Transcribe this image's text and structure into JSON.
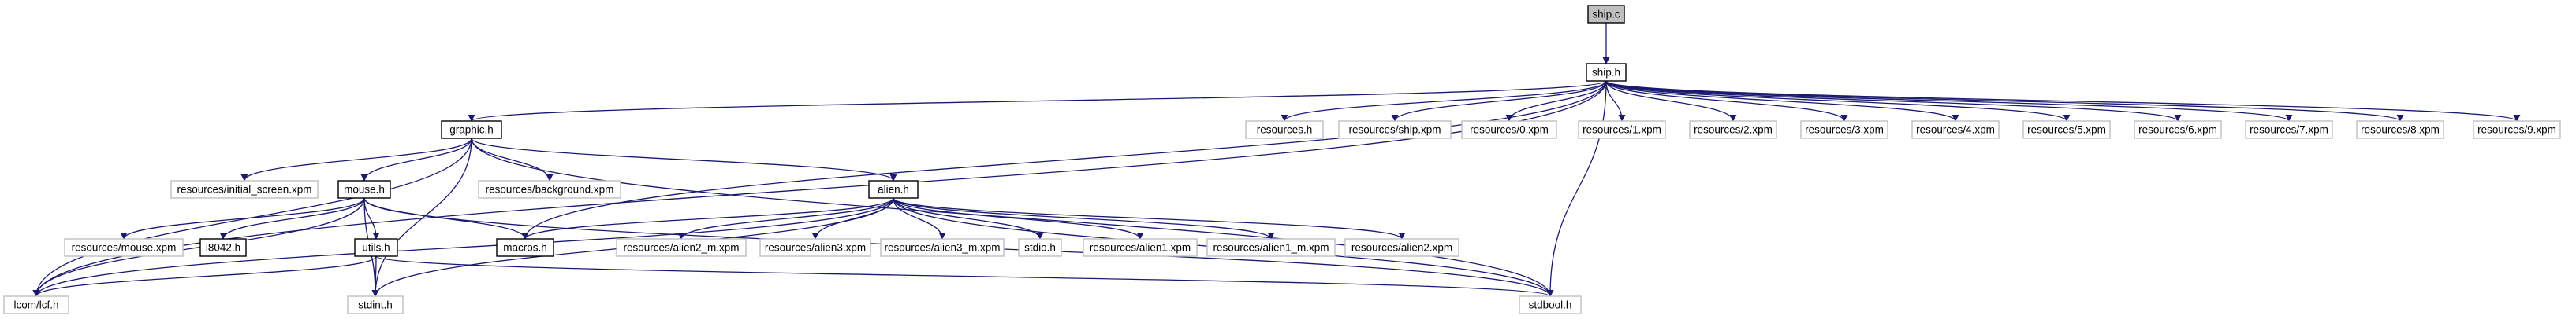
{
  "colors": {
    "background": "#ffffff",
    "edge": "#191970",
    "root_fill": "#bfbfbf",
    "root_border": "#000000",
    "local_fill": "#ffffff",
    "local_border": "#000000",
    "external_fill": "#ffffff",
    "external_border": "#bfbfbf"
  },
  "nodes": [
    {
      "id": "ship_c",
      "label": "ship.c",
      "kind": "root"
    },
    {
      "id": "ship_h",
      "label": "ship.h",
      "kind": "local"
    },
    {
      "id": "graphic_h",
      "label": "graphic.h",
      "kind": "local"
    },
    {
      "id": "res_h",
      "label": "resources.h",
      "kind": "external"
    },
    {
      "id": "res_ship",
      "label": "resources/ship.xpm",
      "kind": "external"
    },
    {
      "id": "res_0",
      "label": "resources/0.xpm",
      "kind": "external"
    },
    {
      "id": "res_1",
      "label": "resources/1.xpm",
      "kind": "external"
    },
    {
      "id": "res_2",
      "label": "resources/2.xpm",
      "kind": "external"
    },
    {
      "id": "res_3",
      "label": "resources/3.xpm",
      "kind": "external"
    },
    {
      "id": "res_4",
      "label": "resources/4.xpm",
      "kind": "external"
    },
    {
      "id": "res_5",
      "label": "resources/5.xpm",
      "kind": "external"
    },
    {
      "id": "res_6",
      "label": "resources/6.xpm",
      "kind": "external"
    },
    {
      "id": "res_7",
      "label": "resources/7.xpm",
      "kind": "external"
    },
    {
      "id": "res_8",
      "label": "resources/8.xpm",
      "kind": "external"
    },
    {
      "id": "res_9",
      "label": "resources/9.xpm",
      "kind": "external"
    },
    {
      "id": "res_initial",
      "label": "resources/initial_screen.xpm",
      "kind": "external"
    },
    {
      "id": "res_background",
      "label": "resources/background.xpm",
      "kind": "external"
    },
    {
      "id": "mouse_h",
      "label": "mouse.h",
      "kind": "local"
    },
    {
      "id": "alien_h",
      "label": "alien.h",
      "kind": "local"
    },
    {
      "id": "res_mouse",
      "label": "resources/mouse.xpm",
      "kind": "external"
    },
    {
      "id": "i8042_h",
      "label": "i8042.h",
      "kind": "local"
    },
    {
      "id": "utils_h",
      "label": "utils.h",
      "kind": "local"
    },
    {
      "id": "macros_h",
      "label": "macros.h",
      "kind": "local"
    },
    {
      "id": "res_alien2m",
      "label": "resources/alien2_m.xpm",
      "kind": "external"
    },
    {
      "id": "res_alien3",
      "label": "resources/alien3.xpm",
      "kind": "external"
    },
    {
      "id": "res_alien3m",
      "label": "resources/alien3_m.xpm",
      "kind": "external"
    },
    {
      "id": "stdio_h",
      "label": "stdio.h",
      "kind": "external"
    },
    {
      "id": "res_alien1",
      "label": "resources/alien1.xpm",
      "kind": "external"
    },
    {
      "id": "res_alien1m",
      "label": "resources/alien1_m.xpm",
      "kind": "external"
    },
    {
      "id": "res_alien2",
      "label": "resources/alien2.xpm",
      "kind": "external"
    },
    {
      "id": "lcf_h",
      "label": "lcom/lcf.h",
      "kind": "external"
    },
    {
      "id": "stdint_h",
      "label": "stdint.h",
      "kind": "external"
    },
    {
      "id": "stdbool_h",
      "label": "stdbool.h",
      "kind": "external"
    }
  ],
  "edges": [
    [
      "ship_c",
      "ship_h"
    ],
    [
      "ship_h",
      "graphic_h"
    ],
    [
      "ship_h",
      "res_h"
    ],
    [
      "ship_h",
      "res_ship"
    ],
    [
      "ship_h",
      "res_0"
    ],
    [
      "ship_h",
      "res_1"
    ],
    [
      "ship_h",
      "res_2"
    ],
    [
      "ship_h",
      "res_3"
    ],
    [
      "ship_h",
      "res_4"
    ],
    [
      "ship_h",
      "res_5"
    ],
    [
      "ship_h",
      "res_6"
    ],
    [
      "ship_h",
      "res_7"
    ],
    [
      "ship_h",
      "res_8"
    ],
    [
      "ship_h",
      "res_9"
    ],
    [
      "ship_h",
      "lcf_h"
    ],
    [
      "ship_h",
      "stdbool_h"
    ],
    [
      "ship_h",
      "macros_h"
    ],
    [
      "graphic_h",
      "res_initial"
    ],
    [
      "graphic_h",
      "res_background"
    ],
    [
      "graphic_h",
      "mouse_h"
    ],
    [
      "graphic_h",
      "alien_h"
    ],
    [
      "graphic_h",
      "lcf_h"
    ],
    [
      "graphic_h",
      "stdint_h"
    ],
    [
      "graphic_h",
      "stdbool_h"
    ],
    [
      "mouse_h",
      "res_mouse"
    ],
    [
      "mouse_h",
      "i8042_h"
    ],
    [
      "mouse_h",
      "utils_h"
    ],
    [
      "mouse_h",
      "macros_h"
    ],
    [
      "mouse_h",
      "lcf_h"
    ],
    [
      "mouse_h",
      "stdint_h"
    ],
    [
      "mouse_h",
      "stdbool_h"
    ],
    [
      "alien_h",
      "macros_h"
    ],
    [
      "alien_h",
      "res_alien2m"
    ],
    [
      "alien_h",
      "res_alien3"
    ],
    [
      "alien_h",
      "res_alien3m"
    ],
    [
      "alien_h",
      "stdio_h"
    ],
    [
      "alien_h",
      "res_alien1"
    ],
    [
      "alien_h",
      "res_alien1m"
    ],
    [
      "alien_h",
      "res_alien2"
    ],
    [
      "alien_h",
      "lcf_h"
    ],
    [
      "alien_h",
      "stdint_h"
    ],
    [
      "alien_h",
      "stdbool_h"
    ],
    [
      "utils_h",
      "lcf_h"
    ],
    [
      "utils_h",
      "stdint_h"
    ],
    [
      "utils_h",
      "stdbool_h"
    ]
  ]
}
